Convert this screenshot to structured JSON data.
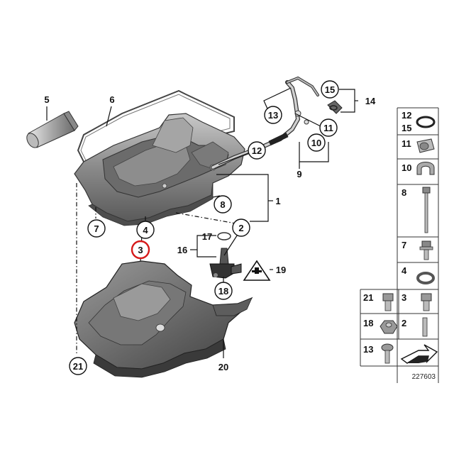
{
  "callouts": {
    "c1": "1",
    "c2": "2",
    "c3": "3",
    "c4": "4",
    "c5": "5",
    "c6": "6",
    "c7": "7",
    "c8": "8",
    "c9": "9",
    "c10": "10",
    "c11": "11",
    "c12": "12",
    "c13": "13",
    "c14": "14",
    "c15": "15",
    "c16": "16",
    "c17": "17",
    "c18": "18",
    "c19": "19",
    "c20": "20",
    "c21": "21"
  },
  "highlighted_callout": "3",
  "highlight_color": "#d61a1a",
  "side_panel": {
    "rows": [
      {
        "labels": [
          "12",
          "15"
        ],
        "icon": "o-ring-seal-icon"
      },
      {
        "labels": [
          "11"
        ],
        "icon": "hose-clip-icon"
      },
      {
        "labels": [
          "10"
        ],
        "icon": "hose-clamp-icon"
      },
      {
        "labels": [
          "8"
        ],
        "icon": "long-bolt-icon"
      },
      {
        "labels": [
          "7"
        ],
        "icon": "collar-bolt-icon"
      },
      {
        "labels": [
          "4"
        ],
        "icon": "sealing-ring-icon"
      },
      {
        "labels": [
          "21",
          "3"
        ],
        "icons": [
          "hex-bolt-icon",
          "hex-bolt-icon"
        ]
      },
      {
        "labels": [
          "18",
          "2"
        ],
        "icons": [
          "hex-nut-icon",
          "stud-icon"
        ]
      },
      {
        "labels": [
          "13"
        ],
        "icons": [
          "screw-icon",
          "arrow-icon"
        ]
      }
    ]
  },
  "reference_number": "227603"
}
